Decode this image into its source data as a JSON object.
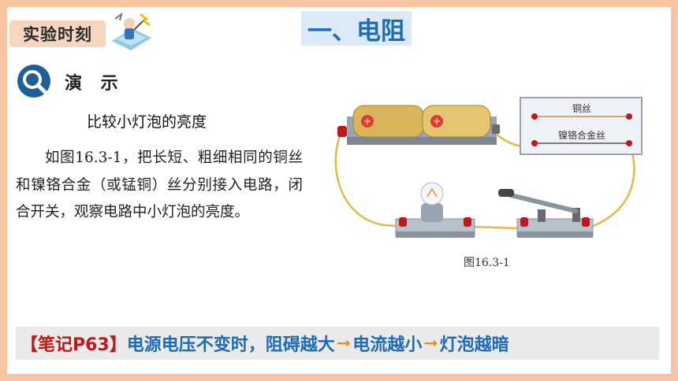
{
  "header": {
    "badge_label": "实验时刻",
    "section_title": "一、电阻"
  },
  "demo": {
    "label": "演 示",
    "title": "比较小灯泡的亮度",
    "body": "如图16.3-1，把长短、粗细相同的铜丝和镍铬合金（或锰铜）丝分别接入电路，闭合开关，观察电路中小灯泡的亮度。"
  },
  "figure": {
    "wire_top_label": "铜丝",
    "wire_bottom_label": "镍铬合金丝",
    "caption": "图16.3-1"
  },
  "note": {
    "prefix": "【笔记P63】",
    "part1": "电源电压不变时，阻碍越大",
    "part2": "电流越小",
    "part3": "灯泡越暗",
    "arrow": "➞"
  },
  "colors": {
    "frame": "#f7c4a2",
    "title_bg": "#dbeaf6",
    "title_text": "#1e6bb8",
    "note_prefix": "#c0181a",
    "note_text": "#1e6bb8",
    "note_arrow": "#f08a24"
  }
}
